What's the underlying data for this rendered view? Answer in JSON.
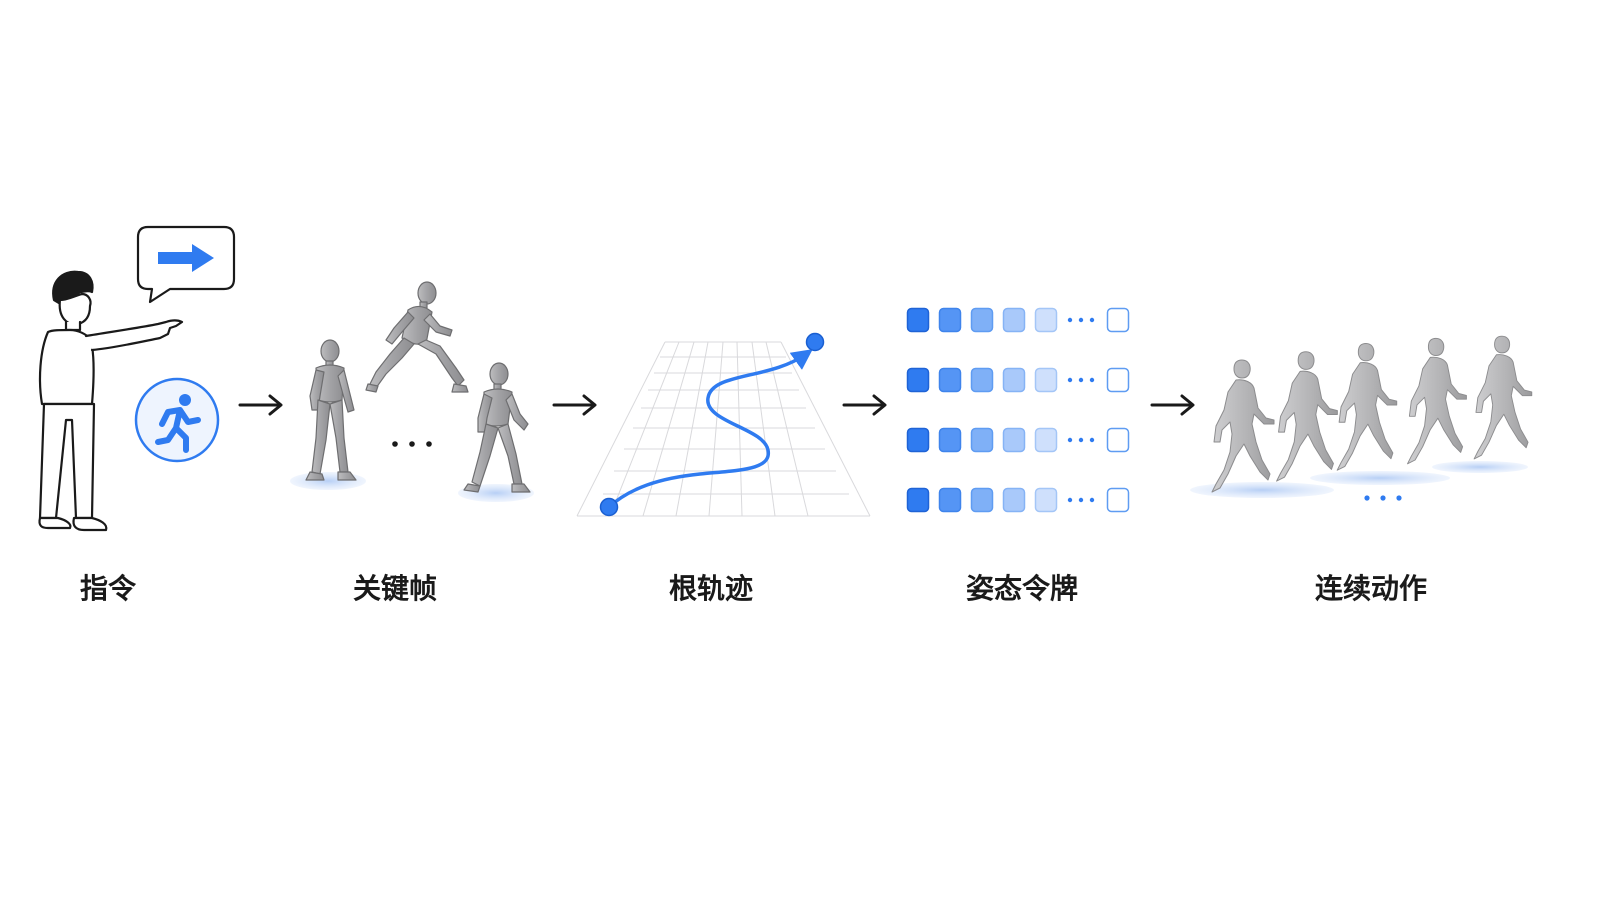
{
  "colors": {
    "accent": "#2f7bf0",
    "ink": "#1a1a1a",
    "mannequin": "#a9a9ab",
    "grid": "#d9d9dc",
    "shadow": "#c9dbf7"
  },
  "stages": [
    {
      "id": "instruction",
      "label": "指令",
      "icons": [
        "person-pointing-icon",
        "speech-bubble-icon",
        "right-arrow-icon",
        "running-person-icon"
      ]
    },
    {
      "id": "keyframes",
      "label": "关键帧",
      "icons": [
        "mannequin-icon"
      ]
    },
    {
      "id": "root-trajectory",
      "label": "根轨迹",
      "icons": [
        "trajectory-curve-icon"
      ]
    },
    {
      "id": "pose-tokens",
      "label": "姿态令牌",
      "token_rows": 4,
      "tokens_per_row": 6
    },
    {
      "id": "continuous-motion",
      "label": "连续动作",
      "icons": [
        "runner-figure-icon"
      ]
    }
  ]
}
